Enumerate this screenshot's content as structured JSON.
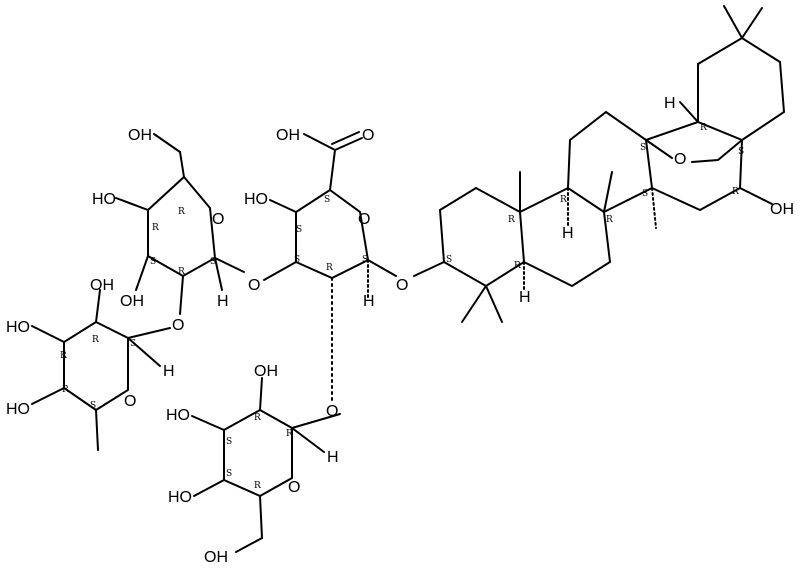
{
  "molecule": {
    "atom_labels": {
      "oh": "OH",
      "ho": "HO",
      "o": "O",
      "h": "H"
    },
    "stereo_descriptors": {
      "r": "R",
      "s": "S"
    },
    "bond_color": "#000000",
    "background": "#ffffff"
  }
}
